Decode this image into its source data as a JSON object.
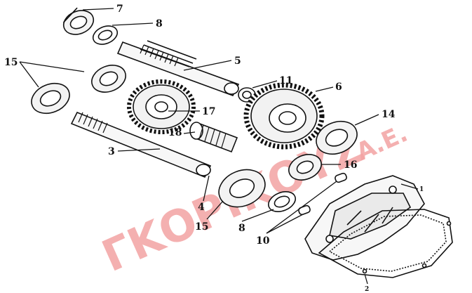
{
  "watermark": {
    "text": "ΓΚΟΡΙΚΟΥΖ",
    "suffix": "Α.Ε.",
    "color": "#f3a3a3"
  },
  "callouts": [
    {
      "id": "7",
      "text": "7"
    },
    {
      "id": "8",
      "text": "8"
    },
    {
      "id": "15a",
      "text": "15"
    },
    {
      "id": "5",
      "text": "5"
    },
    {
      "id": "11",
      "text": "11"
    },
    {
      "id": "6",
      "text": "6"
    },
    {
      "id": "17",
      "text": "17"
    },
    {
      "id": "18",
      "text": "18"
    },
    {
      "id": "14",
      "text": "14"
    },
    {
      "id": "3",
      "text": "3"
    },
    {
      "id": "16",
      "text": "16"
    },
    {
      "id": "4",
      "text": "4"
    },
    {
      "id": "15b",
      "text": "15"
    },
    {
      "id": "8b",
      "text": "8"
    },
    {
      "id": "10",
      "text": "10"
    },
    {
      "id": "1",
      "text": "1"
    },
    {
      "id": "2",
      "text": "2"
    }
  ]
}
